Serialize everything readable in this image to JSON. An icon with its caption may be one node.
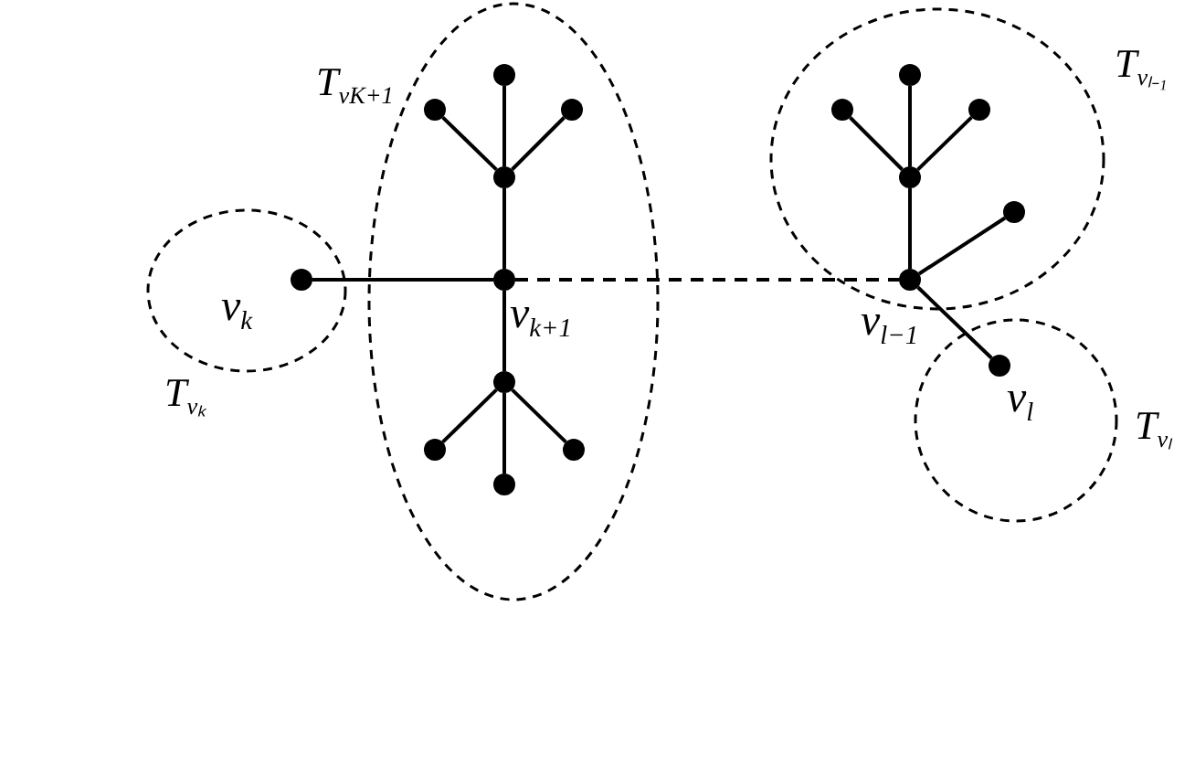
{
  "diagram": {
    "nodes": [
      {
        "text": [
          "T$_{vₖ}$"
        ]
      },
      {
        "text": [],
        "shape": "circle",
        "in": 0,
        "beside": [
          "v$_{k}$"
        ]
      },
      {
        "text": [
          "T$_{v}$$_{K+1}$"
        ]
      },
      {
        "text": [],
        "shape": "circle",
        "in": 2
      },
      {
        "text": [],
        "shape": "circle",
        "in": 2
      },
      {
        "text": [],
        "shape": "circle",
        "in": 2
      },
      {
        "text": [],
        "shape": "circle",
        "in": 2
      },
      {
        "text": [],
        "shape": "circle",
        "in": 2,
        "beside": [
          "v$_{k+1}$"
        ]
      },
      {
        "text": [],
        "shape": "circle",
        "in": 2
      },
      {
        "text": [],
        "shape": "circle",
        "in": 2
      },
      {
        "text": [],
        "shape": "circle",
        "in": 2
      },
      {
        "text": [],
        "shape": "circle",
        "in": 2
      },
      {
        "text": [
          "T$_{vₗ₋₁}$"
        ]
      },
      {
        "text": [],
        "shape": "circle",
        "in": 12
      },
      {
        "text": [],
        "shape": "circle",
        "in": 12
      },
      {
        "text": [],
        "shape": "circle",
        "in": 12
      },
      {
        "text": [],
        "shape": "circle",
        "in": 12
      },
      {
        "text": [],
        "shape": "circle",
        "in": 12
      },
      {
        "text": [],
        "shape": "circle",
        "in": 12,
        "beside": [
          "v$_{l−1}$"
        ]
      },
      {
        "text": [
          "T$_{vₗ}$"
        ]
      },
      {
        "text": [],
        "shape": "circle",
        "in": 19,
        "beside": [
          "v$_{l}$"
        ]
      }
    ],
    "edges": [
      {
        "from": 1,
        "to": 7,
        "arrow": "none"
      },
      {
        "from": 3,
        "to": 6,
        "arrow": "none"
      },
      {
        "from": 4,
        "to": 6,
        "arrow": "none"
      },
      {
        "from": 5,
        "to": 6,
        "arrow": "none"
      },
      {
        "from": 6,
        "to": 7,
        "arrow": "none"
      },
      {
        "from": 7,
        "to": 8,
        "arrow": "none"
      },
      {
        "from": 8,
        "to": 9,
        "arrow": "none"
      },
      {
        "from": 8,
        "to": 10,
        "arrow": "none"
      },
      {
        "from": 8,
        "to": 11,
        "arrow": "none"
      },
      {
        "from": 7,
        "to": 18,
        "arrow": "none",
        "style": "dashed"
      },
      {
        "from": 13,
        "to": 16,
        "arrow": "none"
      },
      {
        "from": 14,
        "to": 16,
        "arrow": "none"
      },
      {
        "from": 15,
        "to": 16,
        "arrow": "none"
      },
      {
        "from": 16,
        "to": 18,
        "arrow": "none"
      },
      {
        "from": 17,
        "to": 18,
        "arrow": "none"
      },
      {
        "from": 18,
        "to": 20,
        "arrow": "none"
      }
    ]
  }
}
